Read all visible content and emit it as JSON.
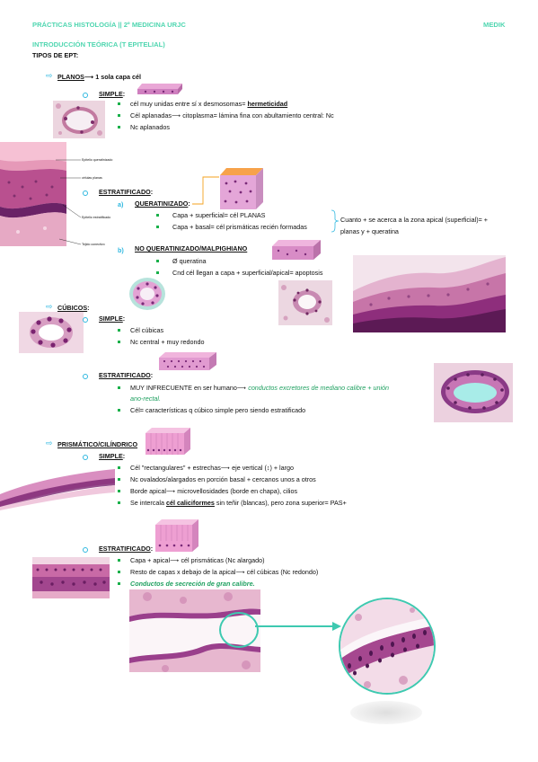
{
  "header": {
    "left": "PRÁCTICAS HISTOLOGÍA || 2º MEDICINA URJC",
    "right": "MEDIK"
  },
  "intro_title": "INTRODUCCIÓN TEÓRICA (T EPITELIAL)",
  "types_title": "TIPOS DE EPT:",
  "planos": {
    "title": "PLANOS",
    "rest": " 1 sola capa cél",
    "simple": {
      "label": "SIMPLE",
      "items": [
        {
          "pre": "cél muy unidas entre sí x desmosomas= ",
          "u": "hermeticidad"
        },
        {
          "pre": "Cél aplanadas",
          "mid": " citoplasma= lámina fina con abultamiento central: Nc"
        },
        {
          "pre": "Nc aplanados"
        }
      ]
    },
    "diagram_labels": [
      "Epitelio queratinizado",
      "células planas",
      "Epitelio estratificado",
      "Tejido conectivo"
    ],
    "estratificado": {
      "label": "ESTRATIFICADO",
      "a_marker": "a)",
      "a_title": "QUERATINIZADO",
      "a_items": [
        "Capa + superficial= cél PLANAS",
        "Capa + basal= cél prismáticas recién formadas"
      ],
      "brace_text_1": "Cuanto + se acerca a la zona apical (superficial)= +",
      "brace_text_2": "planas y + queratina",
      "b_marker": "b)",
      "b_title": "NO QUERATINIZADO/MALPIGHIANO",
      "b_items": [
        "Ø queratina",
        "Cnd cél llegan a capa + superficial/apical= apoptosis"
      ]
    }
  },
  "cubicos": {
    "title": "CÚBICOS",
    "simple": {
      "label": "SIMPLE",
      "items": [
        "Cél cúbicas",
        "Nc central + muy redondo"
      ]
    },
    "estratificado": {
      "label": "ESTRATIFICADO",
      "item1_pre": "MUY INFRECUENTE en ser humano",
      "item1_green_1": "conductos excretores de mediano calibre + unión",
      "item1_green_2": "ano-rectal.",
      "item2": "Cél= características q cúbico simple pero siendo estratificado"
    }
  },
  "prismatico": {
    "title": "PRISMÁTICO/CILÍNDRICO",
    "simple": {
      "label": "SIMPLE",
      "item1_pre": "Cél \"rectangulares\" + estrechas",
      "item1_post": " eje vertical (↕) + largo",
      "item2": "Nc ovalados/alargados en porción basal + cercanos unos a otros",
      "item3_pre": "Borde apical",
      "item3_post": " microvellosidades (borde en chapa), cilios",
      "item4_pre": "Se intercala ",
      "item4_u": "cél caliciformes",
      "item4_post": " sin teñir (blancas), pero zona superior= PAS+"
    },
    "estratificado": {
      "label": "ESTRATIFICADO",
      "item1_pre": "Capa + apical",
      "item1_post": " cél prismáticas (Nc alargado)",
      "item2_pre": "Resto de capas x debajo de la apical",
      "item2_post": " cél cúbicas (Nc redondo)",
      "item3": "Conductos de secreción de gran calibre."
    }
  },
  "symbols": {
    "arrow": "⇨",
    "long_arrow": "⟶",
    "colon": ":"
  },
  "colors": {
    "accent": "#4fd6b0",
    "arrow": "#2fb8e0",
    "bullet": "#19b04a",
    "green_text": "#1fa060",
    "tissue_pink": "#d77fb6",
    "tissue_purple": "#7a2a78"
  }
}
